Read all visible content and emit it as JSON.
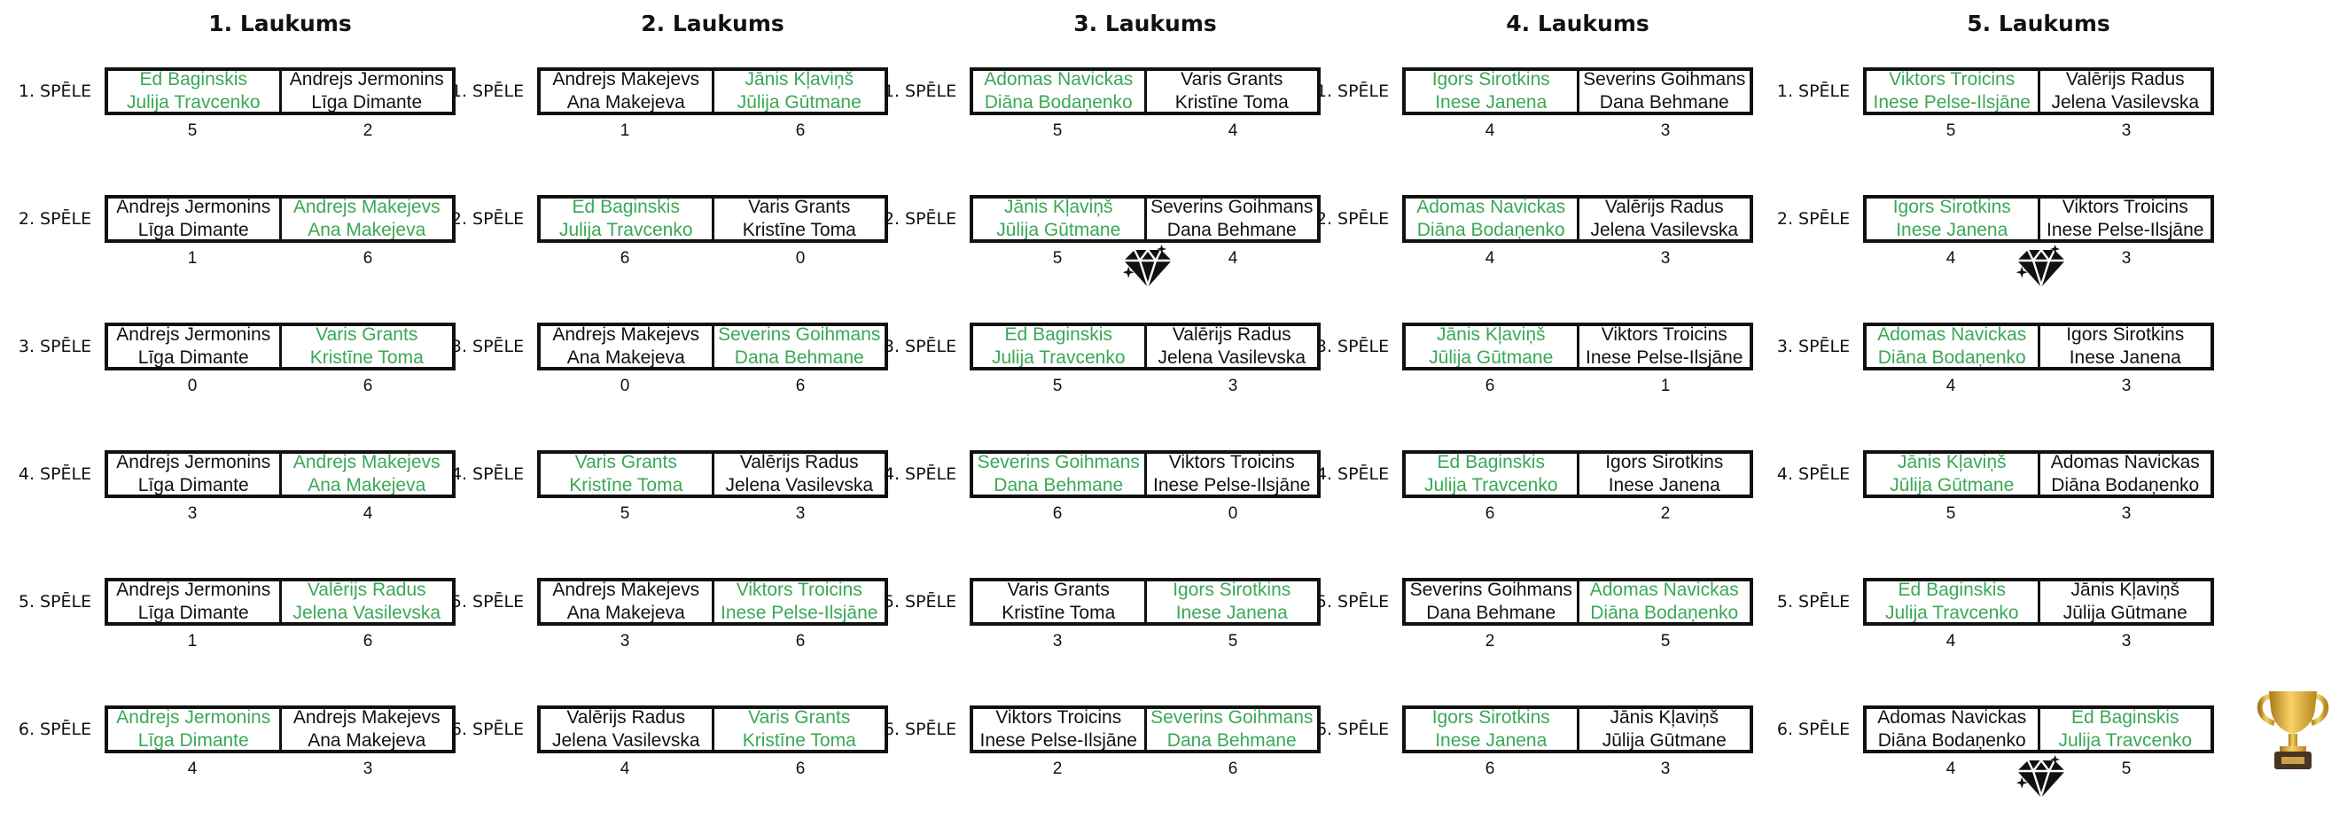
{
  "courts": [
    {
      "title": "1. Laukums",
      "games": [
        {
          "label": "1. SPĒLE",
          "left": {
            "players": [
              "Ed Baginskis",
              "Julija Travcenko"
            ],
            "score": "5",
            "winner": true
          },
          "right": {
            "players": [
              "Andrejs Jermonins",
              "Līga Dimante"
            ],
            "score": "2",
            "winner": false
          }
        },
        {
          "label": "2. SPĒLE",
          "left": {
            "players": [
              "Andrejs Jermonins",
              "Līga Dimante"
            ],
            "score": "1",
            "winner": false
          },
          "right": {
            "players": [
              "Andrejs Makejevs",
              "Ana Makejeva"
            ],
            "score": "6",
            "winner": true
          }
        },
        {
          "label": "3. SPĒLE",
          "left": {
            "players": [
              "Andrejs Jermonins",
              "Līga Dimante"
            ],
            "score": "0",
            "winner": false
          },
          "right": {
            "players": [
              "Varis Grants",
              "Kristīne Toma"
            ],
            "score": "6",
            "winner": true
          }
        },
        {
          "label": "4. SPĒLE",
          "left": {
            "players": [
              "Andrejs Jermonins",
              "Līga Dimante"
            ],
            "score": "3",
            "winner": false
          },
          "right": {
            "players": [
              "Andrejs Makejevs",
              "Ana Makejeva"
            ],
            "score": "4",
            "winner": true
          }
        },
        {
          "label": "5. SPĒLE",
          "left": {
            "players": [
              "Andrejs Jermonins",
              "Līga Dimante"
            ],
            "score": "1",
            "winner": false
          },
          "right": {
            "players": [
              "Valērijs Radus",
              "Jelena Vasilevska"
            ],
            "score": "6",
            "winner": true
          }
        },
        {
          "label": "6. SPĒLE",
          "left": {
            "players": [
              "Andrejs Jermonins",
              "Līga Dimante"
            ],
            "score": "4",
            "winner": true
          },
          "right": {
            "players": [
              "Andrejs Makejevs",
              "Ana Makejeva"
            ],
            "score": "3",
            "winner": false
          }
        }
      ]
    },
    {
      "title": "2. Laukums",
      "games": [
        {
          "label": "1. SPĒLE",
          "left": {
            "players": [
              "Andrejs Makejevs",
              "Ana Makejeva"
            ],
            "score": "1",
            "winner": false
          },
          "right": {
            "players": [
              "Jānis Kļaviņš",
              "Jūlija Gūtmane"
            ],
            "score": "6",
            "winner": true
          }
        },
        {
          "label": "2. SPĒLE",
          "left": {
            "players": [
              "Ed Baginskis",
              "Julija Travcenko"
            ],
            "score": "6",
            "winner": true
          },
          "right": {
            "players": [
              "Varis Grants",
              "Kristīne Toma"
            ],
            "score": "0",
            "winner": false
          }
        },
        {
          "label": "3. SPĒLE",
          "left": {
            "players": [
              "Andrejs Makejevs",
              "Ana Makejeva"
            ],
            "score": "0",
            "winner": false
          },
          "right": {
            "players": [
              "Severins Goihmans",
              "Dana Behmane"
            ],
            "score": "6",
            "winner": true
          }
        },
        {
          "label": "4. SPĒLE",
          "left": {
            "players": [
              "Varis Grants",
              "Kristīne Toma"
            ],
            "score": "5",
            "winner": true
          },
          "right": {
            "players": [
              "Valērijs Radus",
              "Jelena Vasilevska"
            ],
            "score": "3",
            "winner": false
          }
        },
        {
          "label": "5. SPĒLE",
          "left": {
            "players": [
              "Andrejs Makejevs",
              "Ana Makejeva"
            ],
            "score": "3",
            "winner": false
          },
          "right": {
            "players": [
              "Viktors Troicins",
              "Inese Pelse-Ilsjāne"
            ],
            "score": "6",
            "winner": true
          }
        },
        {
          "label": "6. SPĒLE",
          "left": {
            "players": [
              "Valērijs Radus",
              "Jelena Vasilevska"
            ],
            "score": "4",
            "winner": false
          },
          "right": {
            "players": [
              "Varis Grants",
              "Kristīne Toma"
            ],
            "score": "6",
            "winner": true
          }
        }
      ]
    },
    {
      "title": "3. Laukums",
      "games": [
        {
          "label": "1. SPĒLE",
          "left": {
            "players": [
              "Adomas Navickas",
              "Diāna Bodaņenko"
            ],
            "score": "5",
            "winner": true
          },
          "right": {
            "players": [
              "Varis Grants",
              "Kristīne Toma"
            ],
            "score": "4",
            "winner": false
          }
        },
        {
          "label": "2. SPĒLE",
          "left": {
            "players": [
              "Jānis Kļaviņš",
              "Jūlija Gūtmane"
            ],
            "score": "5",
            "winner": true
          },
          "right": {
            "players": [
              "Severins Goihmans",
              "Dana Behmane"
            ],
            "score": "4",
            "winner": false
          }
        },
        {
          "label": "3. SPĒLE",
          "left": {
            "players": [
              "Ed Baginskis",
              "Julija Travcenko"
            ],
            "score": "5",
            "winner": true
          },
          "right": {
            "players": [
              "Valērijs Radus",
              "Jelena Vasilevska"
            ],
            "score": "3",
            "winner": false
          }
        },
        {
          "label": "4. SPĒLE",
          "left": {
            "players": [
              "Severins Goihmans",
              "Dana Behmane"
            ],
            "score": "6",
            "winner": true
          },
          "right": {
            "players": [
              "Viktors Troicins",
              "Inese Pelse-Ilsjāne"
            ],
            "score": "0",
            "winner": false
          }
        },
        {
          "label": "5. SPĒLE",
          "left": {
            "players": [
              "Varis Grants",
              "Kristīne Toma"
            ],
            "score": "3",
            "winner": false
          },
          "right": {
            "players": [
              "Igors Sirotkins",
              "Inese Janena"
            ],
            "score": "5",
            "winner": true
          }
        },
        {
          "label": "6. SPĒLE",
          "left": {
            "players": [
              "Viktors Troicins",
              "Inese Pelse-Ilsjāne"
            ],
            "score": "2",
            "winner": false
          },
          "right": {
            "players": [
              "Severins Goihmans",
              "Dana Behmane"
            ],
            "score": "6",
            "winner": true
          }
        }
      ]
    },
    {
      "title": "4. Laukums",
      "games": [
        {
          "label": "1. SPĒLE",
          "left": {
            "players": [
              "Igors Sirotkins",
              "Inese Janena"
            ],
            "score": "4",
            "winner": true
          },
          "right": {
            "players": [
              "Severins Goihmans",
              "Dana Behmane"
            ],
            "score": "3",
            "winner": false
          }
        },
        {
          "label": "2. SPĒLE",
          "left": {
            "players": [
              "Adomas Navickas",
              "Diāna Bodaņenko"
            ],
            "score": "4",
            "winner": true
          },
          "right": {
            "players": [
              "Valērijs Radus",
              "Jelena Vasilevska"
            ],
            "score": "3",
            "winner": false
          }
        },
        {
          "label": "3. SPĒLE",
          "left": {
            "players": [
              "Jānis Kļaviņš",
              "Jūlija Gūtmane"
            ],
            "score": "6",
            "winner": true
          },
          "right": {
            "players": [
              "Viktors Troicins",
              "Inese Pelse-Ilsjāne"
            ],
            "score": "1",
            "winner": false
          }
        },
        {
          "label": "4. SPĒLE",
          "left": {
            "players": [
              "Ed Baginskis",
              "Julija Travcenko"
            ],
            "score": "6",
            "winner": true
          },
          "right": {
            "players": [
              "Igors Sirotkins",
              "Inese Janena"
            ],
            "score": "2",
            "winner": false
          }
        },
        {
          "label": "5. SPĒLE",
          "left": {
            "players": [
              "Severins Goihmans",
              "Dana Behmane"
            ],
            "score": "2",
            "winner": false
          },
          "right": {
            "players": [
              "Adomas Navickas",
              "Diāna Bodaņenko"
            ],
            "score": "5",
            "winner": true
          }
        },
        {
          "label": "6. SPĒLE",
          "left": {
            "players": [
              "Igors Sirotkins",
              "Inese Janena"
            ],
            "score": "6",
            "winner": true
          },
          "right": {
            "players": [
              "Jānis Kļaviņš",
              "Jūlija Gūtmane"
            ],
            "score": "3",
            "winner": false
          }
        }
      ]
    },
    {
      "title": "5. Laukums",
      "games": [
        {
          "label": "1. SPĒLE",
          "left": {
            "players": [
              "Viktors Troicins",
              "Inese Pelse-Ilsjāne"
            ],
            "score": "5",
            "winner": true
          },
          "right": {
            "players": [
              "Valērijs Radus",
              "Jelena Vasilevska"
            ],
            "score": "3",
            "winner": false
          }
        },
        {
          "label": "2. SPĒLE",
          "left": {
            "players": [
              "Igors Sirotkins",
              "Inese Janena"
            ],
            "score": "4",
            "winner": true
          },
          "right": {
            "players": [
              "Viktors Troicins",
              "Inese Pelse-Ilsjāne"
            ],
            "score": "3",
            "winner": false
          }
        },
        {
          "label": "3. SPĒLE",
          "left": {
            "players": [
              "Adomas Navickas",
              "Diāna Bodaņenko"
            ],
            "score": "4",
            "winner": true
          },
          "right": {
            "players": [
              "Igors Sirotkins",
              "Inese Janena"
            ],
            "score": "3",
            "winner": false
          }
        },
        {
          "label": "4. SPĒLE",
          "left": {
            "players": [
              "Jānis Kļaviņš",
              "Jūlija Gūtmane"
            ],
            "score": "5",
            "winner": true
          },
          "right": {
            "players": [
              "Adomas Navickas",
              "Diāna Bodaņenko"
            ],
            "score": "3",
            "winner": false
          }
        },
        {
          "label": "5. SPĒLE",
          "left": {
            "players": [
              "Ed Baginskis",
              "Julija Travcenko"
            ],
            "score": "4",
            "winner": true
          },
          "right": {
            "players": [
              "Jānis Kļaviņš",
              "Jūlija Gūtmane"
            ],
            "score": "3",
            "winner": false
          }
        },
        {
          "label": "6. SPĒLE",
          "left": {
            "players": [
              "Adomas Navickas",
              "Diāna Bodaņenko"
            ],
            "score": "4",
            "winner": false
          },
          "right": {
            "players": [
              "Ed Baginskis",
              "Julija Travcenko"
            ],
            "score": "5",
            "winner": true
          }
        }
      ]
    }
  ],
  "colors": {
    "winner": "#3aa856",
    "text": "#111111",
    "border": "#111111"
  },
  "icons": {
    "diamonds": [
      {
        "name": "diamond-icon",
        "court": 3,
        "game": 2
      },
      {
        "name": "diamond-icon",
        "court": 5,
        "game": 2
      },
      {
        "name": "diamond-icon",
        "court": 5,
        "game": 6
      }
    ],
    "trophy": {
      "name": "trophy-icon",
      "court": 5,
      "game": 6
    }
  }
}
